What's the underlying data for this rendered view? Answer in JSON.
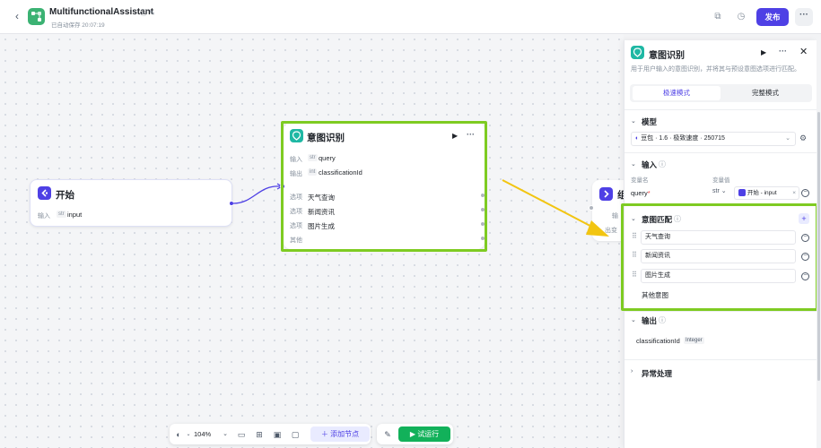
{
  "header": {
    "app_name": "MultifunctionalAssistant",
    "autosave": "已自动保存 20:07:19",
    "publish_label": "发布",
    "more_label": "···"
  },
  "canvas": {
    "start_node": {
      "title": "开始",
      "input_label": "输入",
      "input_type": "str",
      "input_name": "input"
    },
    "intent_node": {
      "title": "意图识别",
      "input_label": "输入",
      "input_type": "str",
      "input_name": "query",
      "output_label": "输出",
      "output_type": "int",
      "output_name": "classificationId",
      "option_label": "选项",
      "options": [
        "天气查询",
        "新闻资讯",
        "图片生成"
      ],
      "other_label": "其他"
    },
    "end_node": {
      "title_partial": "组",
      "input_partial": "输",
      "output_partial": "出变"
    }
  },
  "toolbar": {
    "zoom": "104%",
    "add_node_label": "添加节点",
    "run_label": "试运行"
  },
  "panel": {
    "title": "意图识别",
    "description": "用于用户输入的意图识别，并将其与预设意图选项进行匹配。",
    "modes": [
      "极速模式",
      "完整模式"
    ],
    "active_mode": "极速模式",
    "model_section": {
      "title": "模型",
      "model_name": "豆包 · 1.6 · 极致速度 · 250715"
    },
    "input_section": {
      "title": "输入",
      "col_name": "变量名",
      "col_value": "变量值",
      "var_name": "query",
      "required_mark": "*",
      "var_type": "str",
      "var_value": "开始 - input",
      "clear": "×"
    },
    "intent_section": {
      "title": "意图匹配",
      "items": [
        "天气查询",
        "新闻资讯",
        "图片生成"
      ],
      "other": "其他意图"
    },
    "output_section": {
      "title": "输出",
      "var_name": "classificationId",
      "var_type": "Integer"
    },
    "exception_section": {
      "title": "异常处理"
    }
  },
  "colors": {
    "accent": "#4e40e5",
    "run_green": "#12b15a",
    "highlight_green": "#7ecb22",
    "arrow_yellow": "#f2c511",
    "intent_teal": "#1fb8a4"
  }
}
